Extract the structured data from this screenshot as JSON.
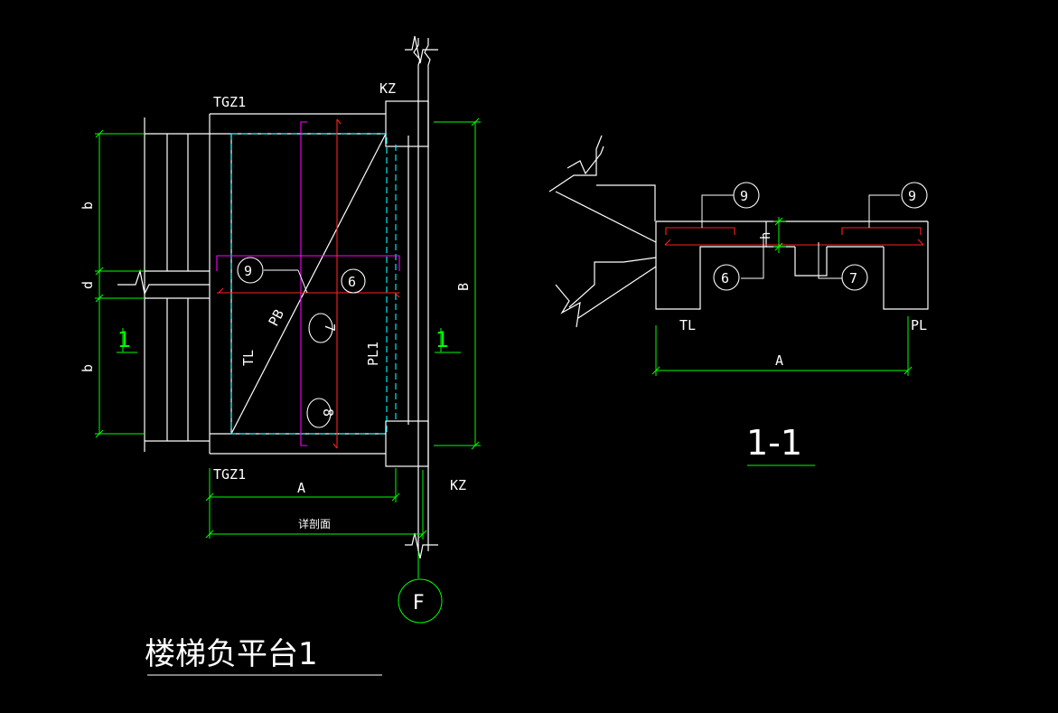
{
  "colors": {
    "background": "#000000",
    "structure": "#ffffff",
    "dimension": "#00ff00",
    "rebar": "#ff2020",
    "hidden": "#00ffff",
    "rebar_alt": "#ff00ff"
  },
  "plan": {
    "tgz_top": "TGZ1",
    "tgz_bottom": "TGZ1",
    "kz_top": "KZ",
    "kz_bottom": "KZ",
    "tl_label": "TL",
    "pb_label": "PB",
    "pl_label": "PL1",
    "dim_b1": "b",
    "dim_d": "d",
    "dim_b2": "b",
    "dim_B": "B",
    "dim_A": "A",
    "section_note": "详剖面",
    "section_mark_left": "1",
    "section_mark_right": "1",
    "marker_9": "9",
    "marker_6": "6",
    "marker_7": "7",
    "marker_8": "8",
    "grid_axis": "F",
    "title": "楼梯负平台1"
  },
  "section": {
    "title": "1-1",
    "marker_9_left": "9",
    "marker_9_right": "9",
    "marker_6": "6",
    "marker_7": "7",
    "tl_label": "TL",
    "pl_label": "PL",
    "dim_h": "h",
    "dim_A": "A"
  }
}
